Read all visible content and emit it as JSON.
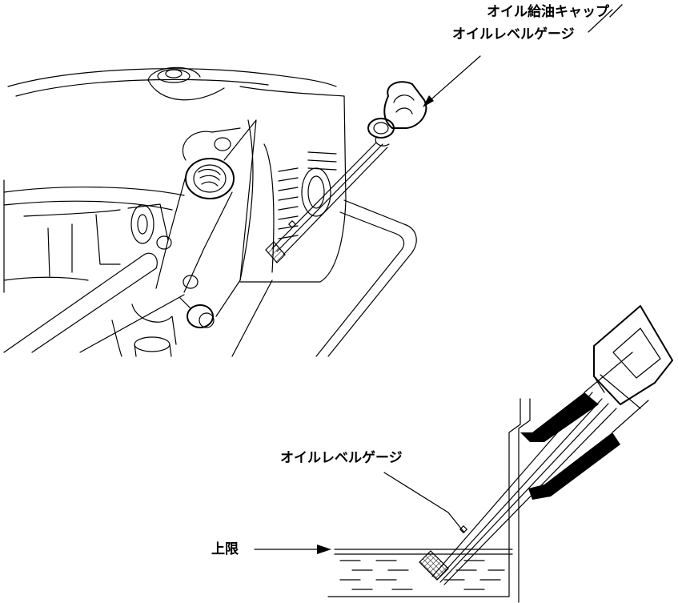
{
  "callouts": {
    "top_line1": "オイル給油キャップ／",
    "top_line2": "オイルレベルゲージ",
    "middle": "オイルレベルゲージ",
    "upper_limit": "上限"
  },
  "colors": {
    "line": "#000000",
    "background": "#ffffff"
  }
}
